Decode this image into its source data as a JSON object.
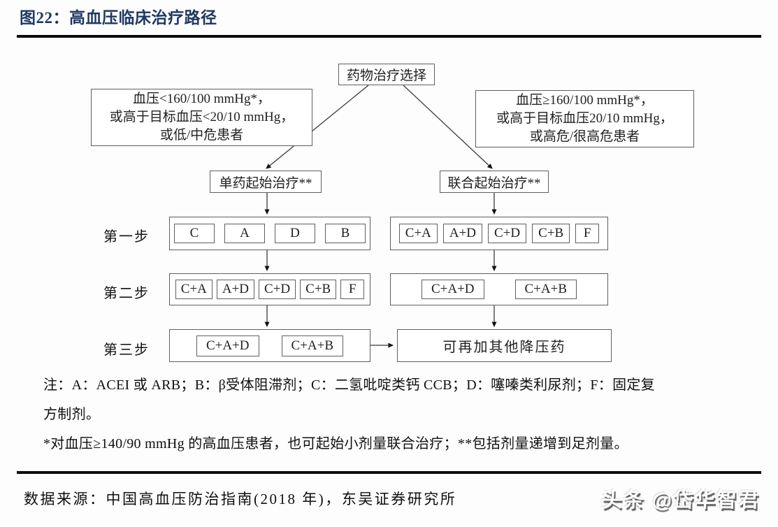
{
  "header": {
    "title": "图22：高血压临床治疗路径"
  },
  "flowchart": {
    "root_label": "药物治疗选择",
    "left_condition_lines": [
      "血压<160/100 mmHg*，",
      "或高于目标血压<20/10 mmHg，",
      "或低/中危患者"
    ],
    "right_condition_lines": [
      "血压≥160/100 mmHg*，",
      "或高于目标血压20/10 mmHg，",
      "或高危/很高危患者"
    ],
    "left_branch_label": "单药起始治疗**",
    "right_branch_label": "联合起始治疗**",
    "step_labels": [
      "第一步",
      "第二步",
      "第三步"
    ],
    "left_step1": [
      "C",
      "A",
      "D",
      "B"
    ],
    "left_step2": [
      "C+A",
      "A+D",
      "C+D",
      "C+B",
      "F"
    ],
    "left_step3": [
      "C+A+D",
      "C+A+B"
    ],
    "right_step1": [
      "C+A",
      "A+D",
      "C+D",
      "C+B",
      "F"
    ],
    "right_step2": [
      "C+A+D",
      "C+A+B"
    ],
    "right_step3_label": "可再加其他降压药"
  },
  "notes": {
    "legend_line1": "注：A：ACEI 或 ARB；B：β受体阻滞剂；C：二氢吡啶类钙 CCB；D：噻嗪类利尿剂；F：固定复",
    "legend_line2": "方制剂。",
    "footnote": "*对血压≥140/90 mmHg 的高血压患者，也可起始小剂量联合治疗；**包括剂量递增到足剂量。"
  },
  "footer": {
    "source": "数据来源：中国高血压防治指南(2018 年)，东吴证券研究所",
    "watermark": "头条 @岱华智君"
  },
  "colors": {
    "title": "#1f3864",
    "rule": "#0c0c0c",
    "box_border": "#5f5f5f"
  }
}
